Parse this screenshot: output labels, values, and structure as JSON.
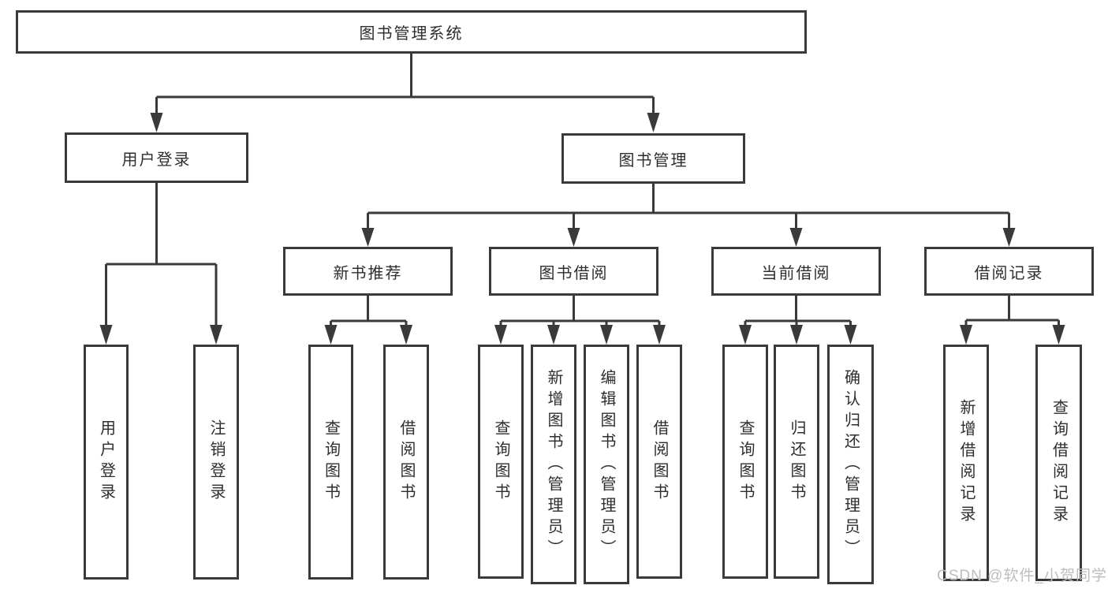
{
  "diagram": {
    "title_hint": "library management system functional structure",
    "line_color": "#3a3a3a",
    "box_background": "#ffffff",
    "root": {
      "label": "图书管理系统"
    },
    "branches": [
      {
        "label": "用户登录",
        "children": [
          {
            "label": "用户登录"
          },
          {
            "label": "注销登录"
          }
        ]
      },
      {
        "label": "图书管理",
        "children": [
          {
            "label": "新书推荐",
            "children": [
              {
                "label": "查询图书"
              },
              {
                "label": "借阅图书"
              }
            ]
          },
          {
            "label": "图书借阅",
            "children": [
              {
                "label": "查询图书"
              },
              {
                "label": "新增图书（管理员）"
              },
              {
                "label": "编辑图书（管理员）"
              },
              {
                "label": "借阅图书"
              }
            ]
          },
          {
            "label": "当前借阅",
            "children": [
              {
                "label": "查询图书"
              },
              {
                "label": "归还图书"
              },
              {
                "label": "确认归还（管理员）"
              }
            ]
          },
          {
            "label": "借阅记录",
            "children": [
              {
                "label": "新增借阅记录"
              },
              {
                "label": "查询借阅记录"
              }
            ]
          }
        ]
      }
    ]
  },
  "watermark": {
    "text": "CSDN @软件_小贺同学",
    "color": "#bdbdbd"
  }
}
